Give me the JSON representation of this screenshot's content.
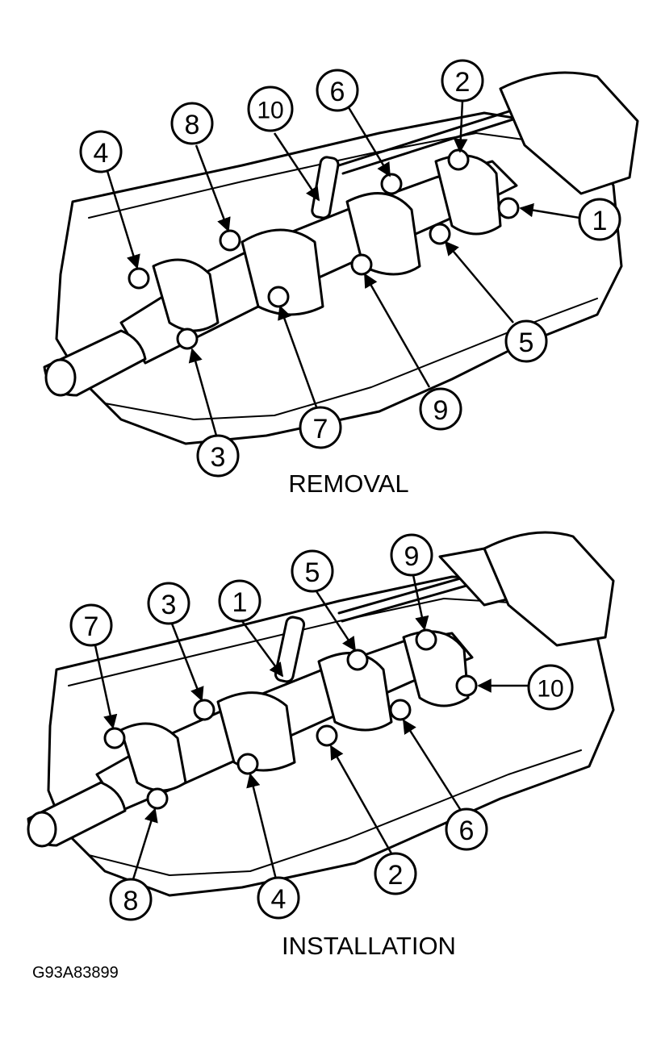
{
  "removal": {
    "caption": "REMOVAL",
    "callouts": [
      "1",
      "2",
      "3",
      "4",
      "5",
      "6",
      "7",
      "8",
      "9",
      "10"
    ]
  },
  "installation": {
    "caption": "INSTALLATION",
    "callouts": [
      "1",
      "2",
      "3",
      "4",
      "5",
      "6",
      "7",
      "8",
      "9",
      "10"
    ]
  },
  "figure_code": "G93A83899"
}
